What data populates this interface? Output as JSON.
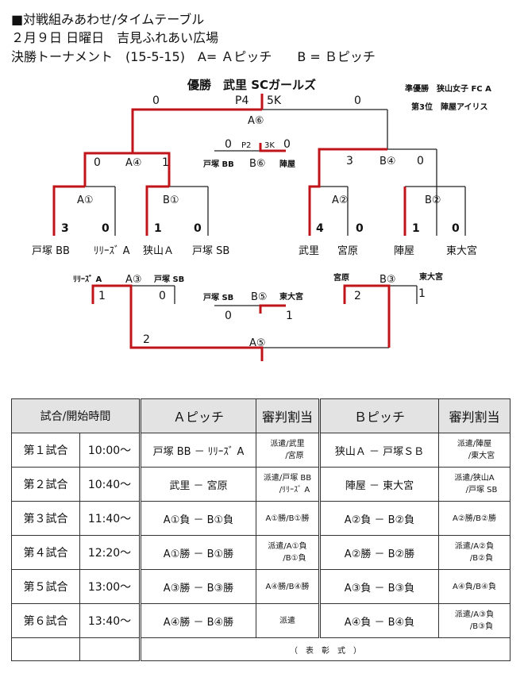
{
  "header": {
    "line1": "■対戦組みあわせ/タイムテーブル",
    "line2": "２月９日 日曜日　吉見ふれあい広場",
    "line3": "決勝トーナメント　(15-5-15)　A= Ａピッチ　　B = Ｂピッチ"
  },
  "results": {
    "champion": "優勝　武里 SCガールズ",
    "runner_up": "準優勝　狭山女子 FC A",
    "third": "第3位　陣屋アイリス"
  },
  "bracket": {
    "final": {
      "label": "A⑥",
      "left_score": "0",
      "pk": "P4",
      "right_pk": "5K",
      "right_score": "0"
    },
    "third_place": {
      "label": "B⑥",
      "left_team": "戸塚 BB",
      "right_team": "陣屋",
      "left_score": "0",
      "pk": "P2",
      "right_pk": "3K",
      "right_score": "0"
    },
    "semi_left": {
      "label": "A④",
      "left_score": "0",
      "right_score": "1"
    },
    "semi_right": {
      "label": "B④",
      "left_score": "3",
      "right_score": "0"
    },
    "a1": {
      "label": "A①",
      "left_score": "3",
      "right_score": "0"
    },
    "b1": {
      "label": "B①",
      "left_score": "1",
      "right_score": "0"
    },
    "a2": {
      "label": "A②",
      "left_score": "4",
      "right_score": "0"
    },
    "b2": {
      "label": "B②",
      "left_score": "1",
      "right_score": "0"
    },
    "teams": [
      "戸塚 BB",
      "ﾘﾘｰｽﾞ A",
      "狭山Ａ",
      "戸塚 SB",
      "武里",
      "宮原",
      "陣屋",
      "東大宮"
    ],
    "a3": {
      "label": "A③",
      "left_team": "ﾘﾘｰｽﾞ A",
      "right_team": "戸塚 SB",
      "left_score": "1",
      "right_score": "0"
    },
    "b3": {
      "label": "B③",
      "left_team": "宮原",
      "right_team": "東大宮",
      "left_score": "2",
      "right_score": "1"
    },
    "b5": {
      "label": "B⑤",
      "left_team": "戸塚 SB",
      "right_team": "東大宮",
      "left_score": "0",
      "right_score": "1"
    },
    "a5": {
      "label": "A⑤",
      "left_score": "2"
    }
  },
  "schedule": {
    "headers": [
      "試合/開始時間",
      "Ａピッチ",
      "審判割当",
      "Ｂピッチ",
      "審判割当"
    ],
    "rows": [
      {
        "match": "第１試合",
        "time": "10:00～",
        "a": "戸塚 BB － ﾘﾘｰｽﾞ A",
        "a_ref1": "派遣/武里",
        "a_ref2": "/宮原",
        "b": "狭山Ａ － 戸塚ＳＢ",
        "b_ref1": "派遣/陣屋",
        "b_ref2": "/東大宮"
      },
      {
        "match": "第２試合",
        "time": "10:40～",
        "a": "武里 － 宮原",
        "a_ref1": "派遣/戸塚 BB",
        "a_ref2": "/ﾘﾘｰｽﾞ A",
        "b": "陣屋 － 東大宮",
        "b_ref1": "派遣/狭山A",
        "b_ref2": "/戸塚 SB"
      },
      {
        "match": "第３試合",
        "time": "11:40～",
        "a": "A①負 － B①負",
        "a_ref1": "A①勝/B①勝",
        "a_ref2": "",
        "b": "A②負 － B②負",
        "b_ref1": "A②勝/B②勝",
        "b_ref2": ""
      },
      {
        "match": "第４試合",
        "time": "12:20～",
        "a": "A①勝 － B①勝",
        "a_ref1": "派遣/A①負",
        "a_ref2": "/B①負",
        "b": "A②勝 － B②勝",
        "b_ref1": "派遣/A②負",
        "b_ref2": "/B②負"
      },
      {
        "match": "第５試合",
        "time": "13:00～",
        "a": "A③勝 － B③勝",
        "a_ref1": "A④勝/B④勝",
        "a_ref2": "",
        "b": "A③負 － B③負",
        "b_ref1": "A④負/B④負",
        "b_ref2": ""
      },
      {
        "match": "第６試合",
        "time": "13:40～",
        "a": "A④勝 － B④勝",
        "a_ref1": "派遣",
        "a_ref2": "",
        "b": "A④負 － B④負",
        "b_ref1": "派遣/A③負",
        "b_ref2": "/B③負"
      }
    ],
    "award": "（　表　彰　式　）"
  }
}
